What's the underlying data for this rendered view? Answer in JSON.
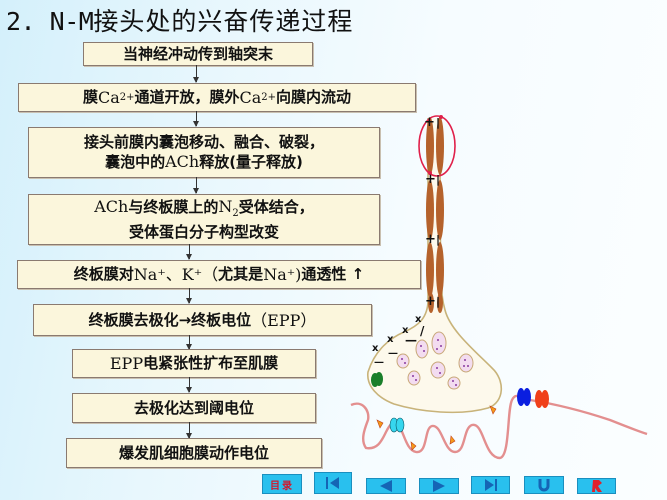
{
  "title": {
    "number": "2. N-M",
    "text": "接头处的兴奋传递过程"
  },
  "flow_steps": [
    {
      "id": "s1",
      "text": "当神经冲动传到轴突末"
    },
    {
      "id": "s2",
      "parts": [
        "膜",
        "Ca",
        "2+",
        "通道开放，膜外",
        "Ca",
        "2+",
        "向膜内流动"
      ]
    },
    {
      "id": "s3",
      "line1": "接头前膜内囊泡移动、融合、破裂，",
      "line2_a": "囊泡中的",
      "line2_b": "ACh",
      "line2_c": "释放(量子释放)"
    },
    {
      "id": "s4",
      "line1_a": "ACh",
      "line1_b": "与终板膜上的",
      "line1_c": "N",
      "line1_d": "2",
      "line1_e": "受体结合，",
      "line2": "受体蛋白分子构型改变"
    },
    {
      "id": "s5",
      "parts": [
        "终板膜对",
        "Na⁺、K⁺（",
        "尤其是",
        "Na⁺)",
        "通透性 ↑"
      ]
    },
    {
      "id": "s6",
      "parts": [
        "终板膜去极化→终板电位",
        "（EPP）"
      ]
    },
    {
      "id": "s7",
      "parts": [
        "EPP",
        "电紧张性扩布至肌膜"
      ]
    },
    {
      "id": "s8",
      "text": "去极化达到阈电位"
    },
    {
      "id": "s9",
      "text": "爆发肌细胞膜动作电位"
    }
  ],
  "illustration": {
    "axon_charges": [
      "+",
      "+",
      "+",
      "+"
    ],
    "axon_minus": [
      "−",
      "−",
      "−",
      "−"
    ],
    "terminal_charges_plus": [
      "×",
      "×",
      "×",
      "×"
    ],
    "terminal_charges_minus": [
      "−",
      "−",
      "−",
      "−"
    ],
    "colors": {
      "myelin": "#b5622c",
      "highlight_circle": "#e0204a",
      "terminal_outline": "#c8b37a",
      "vesicle": "#f3dcf0",
      "vesicle_dot": "#8a3aa0",
      "muscle_membrane": "#e38f8f",
      "receptor_green": "#1a7f2a",
      "receptor_cyan": "#36d6ee",
      "channel_blue": "#0a1ee0",
      "channel_red": "#f0401a"
    }
  },
  "nav_bar": {
    "buttons": [
      {
        "name": "contents",
        "label": "目录"
      },
      {
        "name": "first",
        "icon": "first-slide-icon"
      },
      {
        "name": "prev",
        "icon": "previous-icon"
      },
      {
        "name": "next",
        "icon": "next-icon"
      },
      {
        "name": "last",
        "icon": "last-slide-icon"
      },
      {
        "name": "return",
        "icon": "return-icon"
      },
      {
        "name": "exit",
        "icon": "exit-icon"
      }
    ]
  }
}
